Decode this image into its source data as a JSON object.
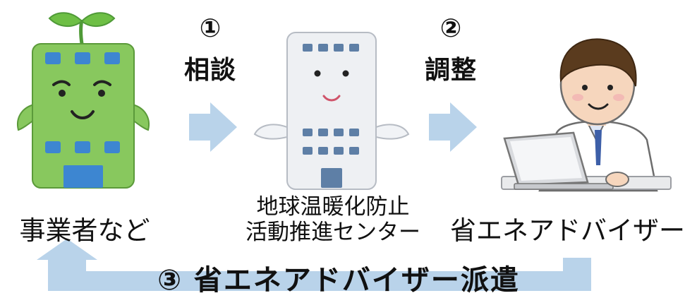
{
  "step1": {
    "number": "①",
    "label": "相談"
  },
  "step2": {
    "number": "②",
    "label": "調整"
  },
  "step3": {
    "label": "③ 省エネアドバイザー派遣"
  },
  "nodes": {
    "business": {
      "label": "事業者など"
    },
    "center": {
      "line1": "地球温暖化防止",
      "line2": "活動推進センター"
    },
    "advisor": {
      "label": "省エネアドバイザー"
    }
  },
  "colors": {
    "arrow": "#b9d3ea",
    "building_green": "#88c85e",
    "window_blue": "#3d86d1",
    "building_gray": "#eef0f3"
  }
}
